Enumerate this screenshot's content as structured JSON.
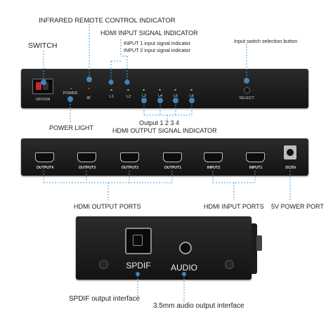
{
  "top_labels": {
    "ir_indicator": "INFRARED REMOTE CONTROL INDICATOR",
    "hdmi_input_signal": "HDMI INPUT SIGNAL INDICATOR",
    "input1_signal": "INPUT 1 input signal indicator",
    "input2_signal": "INPUT 2 input signal indicator",
    "switch": "SWITCH",
    "input_switch_button": "Input switch selection button",
    "power_light": "POWER LIGHT",
    "output_numbers": "Output 1 2 3 4",
    "hdmi_output_signal": "HDMI OUTPUT SIGNAL INDICATOR"
  },
  "front_panel": {
    "offon": "OFF/ON",
    "power": "POWER",
    "ir": "IR",
    "l1": "L1",
    "l2": "L2",
    "leds": [
      "L3",
      "L4",
      "L5",
      "L6"
    ],
    "select": "SELECT"
  },
  "back_panel": {
    "ports": [
      "OUTPUT4",
      "OUTPUT3",
      "OUTPUT2",
      "OUTPUT1",
      "INPUT2",
      "INPUT1"
    ],
    "dc": "DC/5V"
  },
  "back_labels": {
    "hdmi_output_ports": "HDMI OUTPUT PORTS",
    "hdmi_input_ports": "HDMI INPUT PORTS",
    "power_port": "5V POWER PORT"
  },
  "side_panel": {
    "spdif": "SPDIF",
    "audio": "AUDIO"
  },
  "side_labels": {
    "spdif_interface": "SPDIF output interface",
    "audio_interface": "3.5mm audio output interface"
  },
  "colors": {
    "callout": "#4a9fe0",
    "device": "#1b1b1b",
    "led_green": "#6fbf4b",
    "led_red": "#d22222"
  }
}
